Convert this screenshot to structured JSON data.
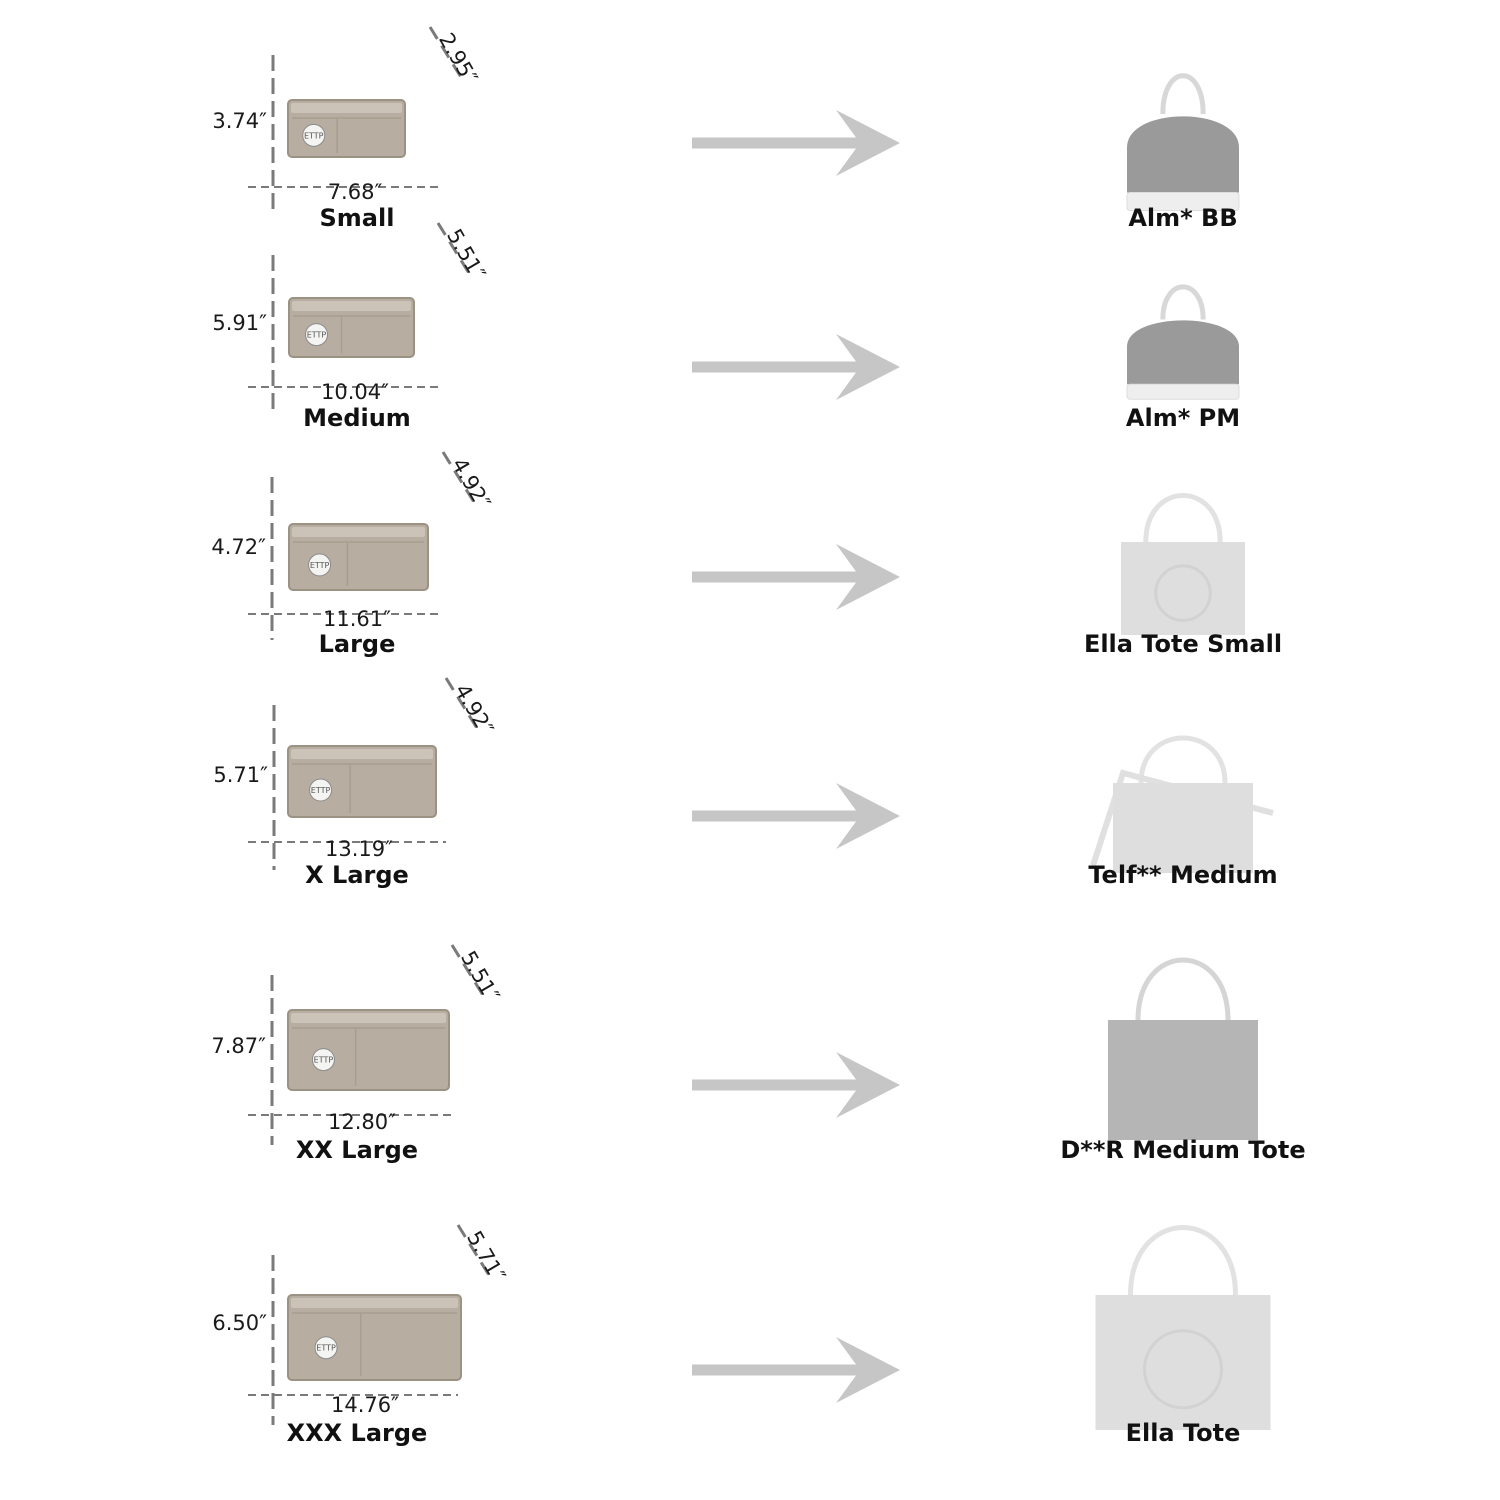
{
  "colors": {
    "insert_fill": "#b7aea1",
    "insert_edge": "#9c9283",
    "dash": "#7a7a7a",
    "arrow": "#c6c6c6",
    "bag": "#cfcfcf",
    "bag_dark": "#9a9a9a"
  },
  "icons": [
    "dome-bag-icon",
    "tote-bag-icon",
    "arrow-right-icon",
    "felt-insert-icon"
  ],
  "rows": [
    {
      "size": "Small",
      "height": "3.74″",
      "width": "7.68″",
      "depth": "2.95″",
      "tag": "ETTP",
      "bag": "Alm* BB",
      "bag_shape": "dome"
    },
    {
      "size": "Medium",
      "height": "5.91″",
      "width": "10.04″",
      "depth": "5.51″",
      "tag": "ETTP",
      "bag": "Alm* PM",
      "bag_shape": "dome"
    },
    {
      "size": "Large",
      "height": "4.72″",
      "width": "11.61″",
      "depth": "4.92″",
      "tag": "ETTP",
      "bag": "Ella Tote Small",
      "bag_shape": "tote"
    },
    {
      "size": "X Large",
      "height": "5.71″",
      "width": "13.19″",
      "depth": "4.92″",
      "tag": "ETTP",
      "bag": "Telf** Medium",
      "bag_shape": "shopper"
    },
    {
      "size": "XX Large",
      "height": "7.87″",
      "width": "12.80″",
      "depth": "5.51″",
      "tag": "ETTP",
      "bag": "D**R Medium Tote",
      "bag_shape": "book-tote"
    },
    {
      "size": "XXX Large",
      "height": "6.50″",
      "width": "14.76″",
      "depth": "5.71″",
      "tag": "ETTP",
      "bag": "Ella Tote",
      "bag_shape": "tote"
    }
  ]
}
